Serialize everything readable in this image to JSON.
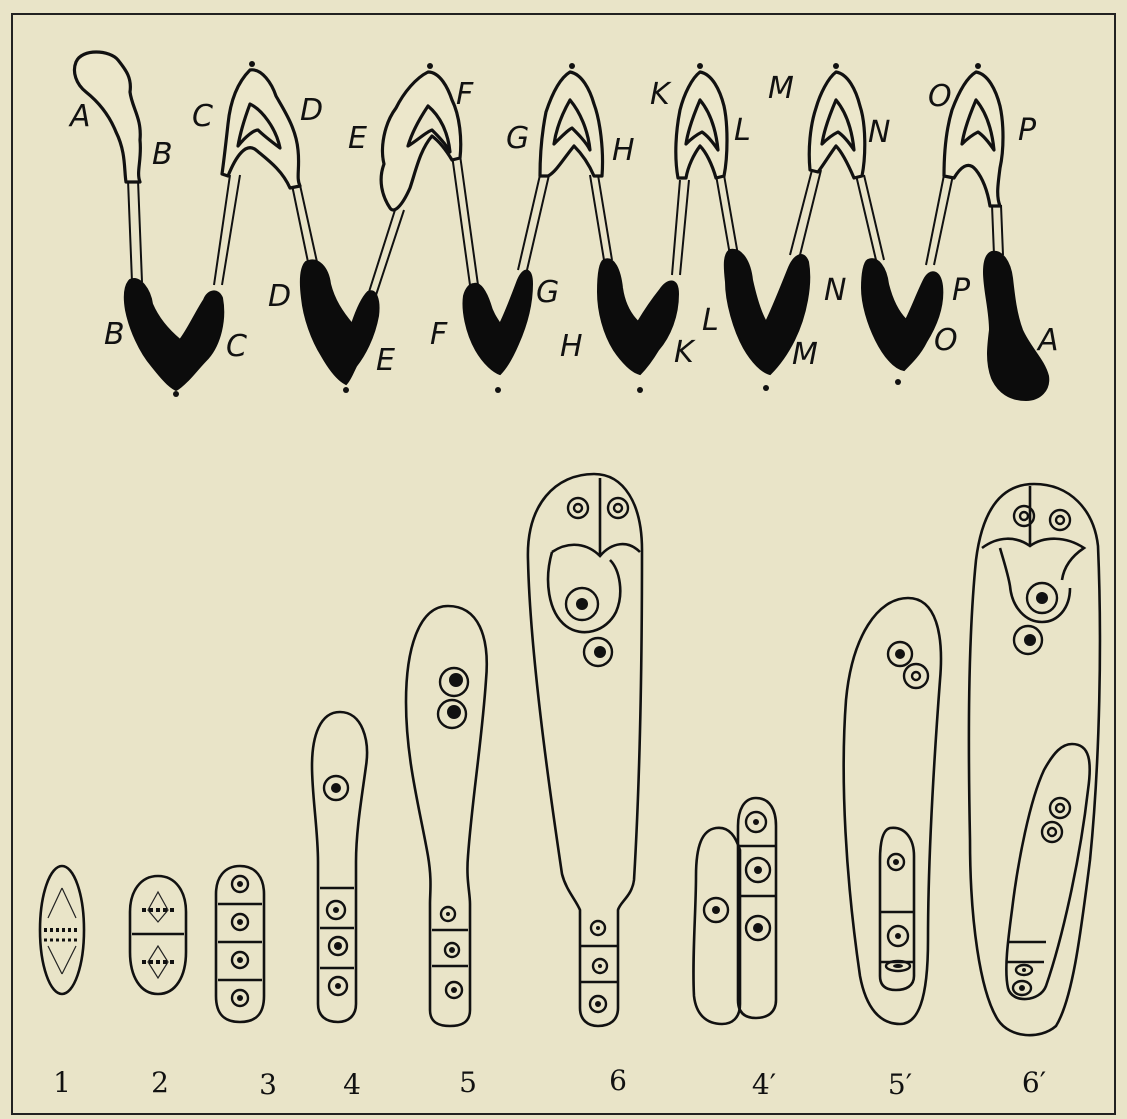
{
  "figure": {
    "top_labels": [
      "A",
      "B",
      "C",
      "D",
      "E",
      "F",
      "G",
      "H",
      "K",
      "L",
      "M",
      "N",
      "O",
      "P",
      "A",
      "B",
      "C",
      "D",
      "E",
      "F",
      "G",
      "H",
      "K",
      "L",
      "M",
      "N",
      "O",
      "P"
    ],
    "stage_labels": [
      "1",
      "2",
      "3",
      "4",
      "5",
      "6",
      "4′",
      "5′",
      "6′"
    ],
    "colors": {
      "background": "#e9e4c8",
      "ink": "#111111"
    }
  }
}
